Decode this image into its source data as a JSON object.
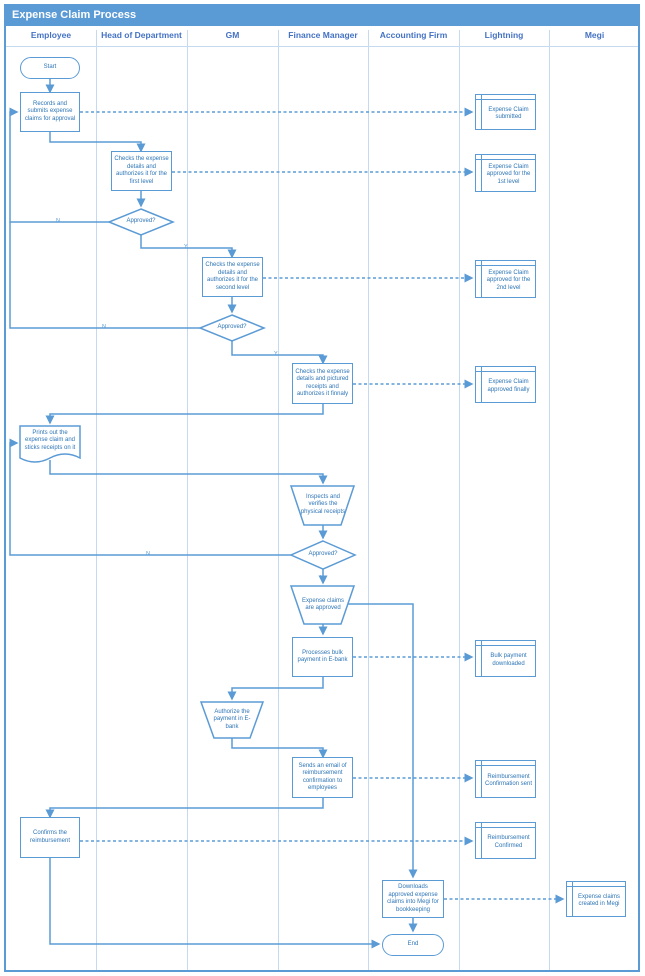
{
  "title": "Expense Claim Process",
  "lanes": [
    "Employee",
    "Head of Department",
    "GM",
    "Finance Manager",
    "Accounting Firm",
    "Lightning",
    "Megi"
  ],
  "nodes": {
    "start": "Start",
    "records_submits": "Records and submits expense claims for approval",
    "checks_first": "Checks the expense details and authorizes it for the first level",
    "approved_1": "Approved?",
    "checks_second": "Checks the expense details and authorizes it for the second level",
    "approved_2": "Approved?",
    "checks_final": "Checks the expense details and pictured receipts and authorizes it finnaly",
    "prints_out": "Prints out the expense claim and sticks receipts on it",
    "inspects": "Inspects and verifies the physical receipts",
    "approved_3": "Approved?",
    "claims_approved": "Expense claims are approved",
    "processes_bulk": "Processes bulk payment in E-bank",
    "authorize_payment": "Authorize the payment in E-bank",
    "sends_email": "Sends an email of reimbursement confirmation to employees",
    "confirms": "Confirms the reimbursement",
    "downloads": "Downloads approved expense claims into Megi for bookkeeping",
    "end": "End",
    "s_submitted": "Expense Claim submitted",
    "s_approved_1": "Expense Claim approved for the 1st level",
    "s_approved_2": "Expense Claim approved for the 2nd level",
    "s_approved_final": "Expense Claim approved finally",
    "s_bulk": "Bulk payment downloaded",
    "s_reimb_sent": "Reimbursement Confirmation sent",
    "s_reimb_confirmed": "Reimbursement Confirmed",
    "s_megi": "Expense claims created in Megi"
  },
  "edge_labels": {
    "no": "N",
    "yes": "Y"
  },
  "colors": {
    "accent": "#5b9bd5",
    "text": "#2e75b6",
    "divider": "#c5d9ef"
  }
}
